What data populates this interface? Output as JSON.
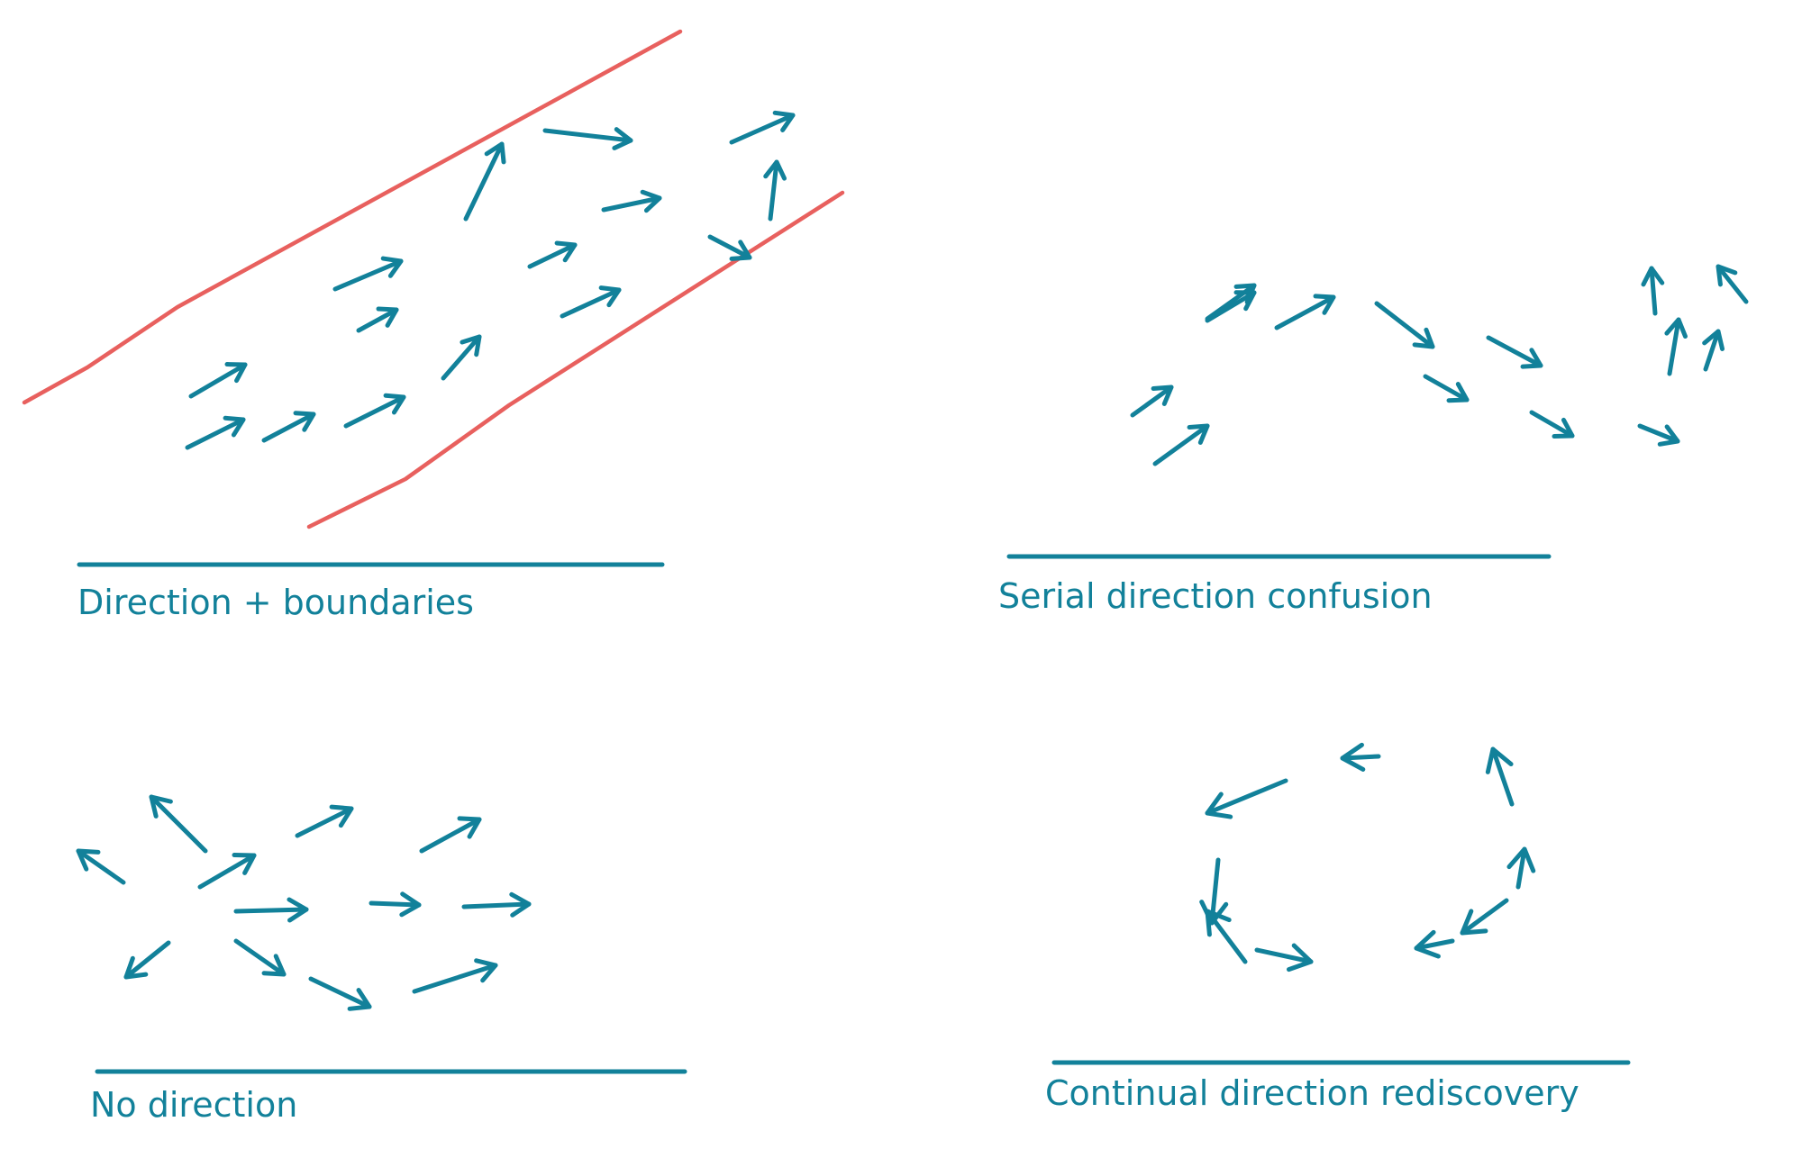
{
  "colors": {
    "arrow": "#12819a",
    "boundary": "#e8605e",
    "background": "#ffffff"
  },
  "panels": [
    {
      "key": "direction_boundaries",
      "label": "Direction + boundaries"
    },
    {
      "key": "serial_confusion",
      "label": "Serial direction confusion"
    },
    {
      "key": "no_direction",
      "label": "No direction"
    },
    {
      "key": "continual_rediscovery",
      "label": "Continual direction rediscovery"
    }
  ]
}
